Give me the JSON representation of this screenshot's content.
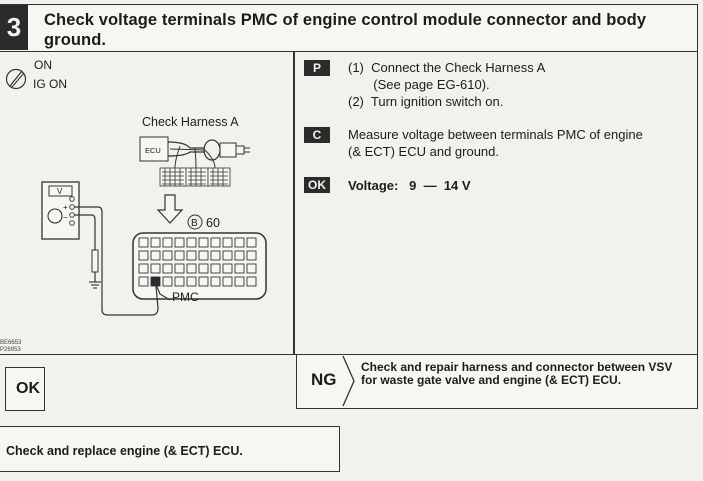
{
  "header": {
    "step_number": "3",
    "title": "Check voltage terminals PMC of engine control module connector and body ground."
  },
  "conditions": {
    "switch_on": "ON",
    "ignition_on": "IG ON"
  },
  "diagram": {
    "harness_label": "Check Harness A",
    "ecu_label": "ECU",
    "meter_label": "V",
    "plus_sign": "+",
    "minus_sign": "−",
    "connector_circle": "B",
    "connector_number": "60",
    "terminal_label": "PMC",
    "figure_codes": [
      "BE6653",
      "P26953"
    ]
  },
  "procedure": {
    "prep": {
      "badge": "P",
      "lines": [
        "(1)  Connect the Check Harness A",
        "       (See page EG-610).",
        "(2)  Turn ignition switch on."
      ]
    },
    "check": {
      "badge": "C",
      "lines": [
        "Measure voltage between terminals PMC of engine",
        "(& ECT) ECU and ground."
      ]
    },
    "ok": {
      "badge": "OK",
      "voltage": "Voltage:   9  —  14 V"
    }
  },
  "results": {
    "ok_label": "OK",
    "ng_label": "NG",
    "ng_text": "Check and repair harness and connector between VSV for waste gate valve and engine (& ECT) ECU.",
    "ok_action": "Check and replace engine (& ECT) ECU."
  }
}
